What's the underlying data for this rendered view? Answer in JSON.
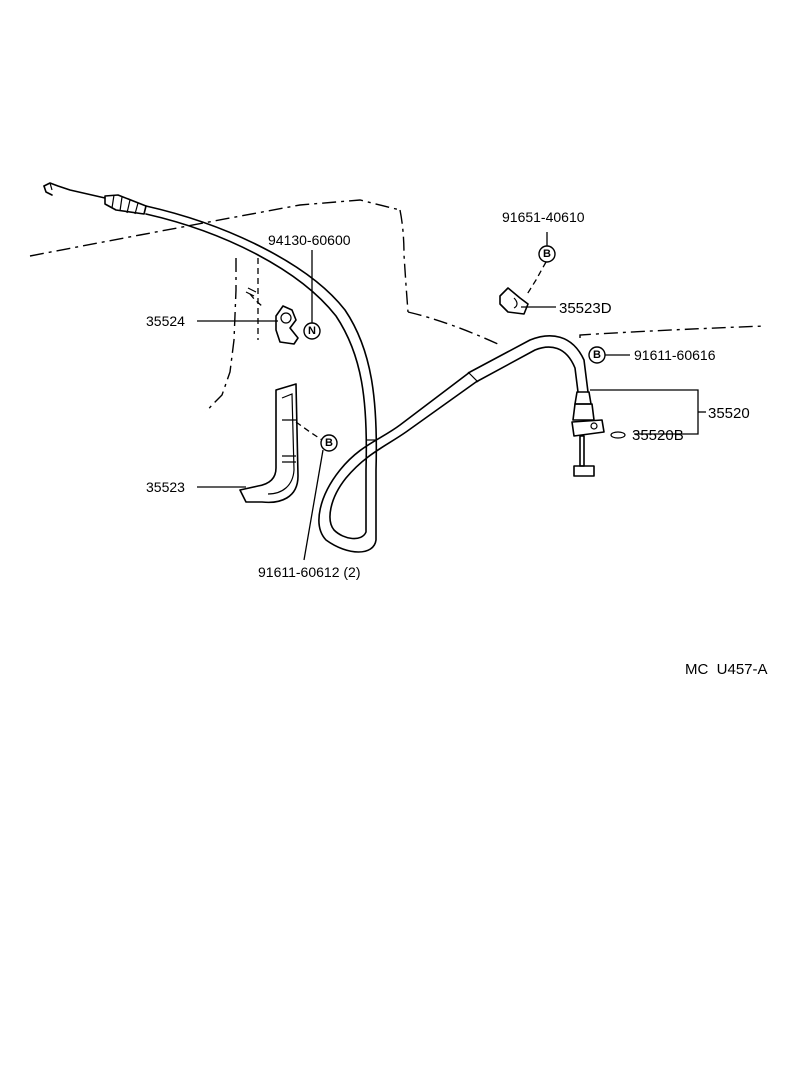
{
  "labels": {
    "p94130": "94130-60600",
    "p35524": "35524",
    "p91651": "91651-40610",
    "p35523D": "35523D",
    "p91611_616": "91611-60616",
    "p35520": "35520",
    "p35520B": "35520B",
    "p35523": "35523",
    "p91611_612": "91611-60612 (2)",
    "ref_code": "MC  U457-A"
  },
  "badges": {
    "n_mark": "N",
    "b_mark": "B"
  }
}
